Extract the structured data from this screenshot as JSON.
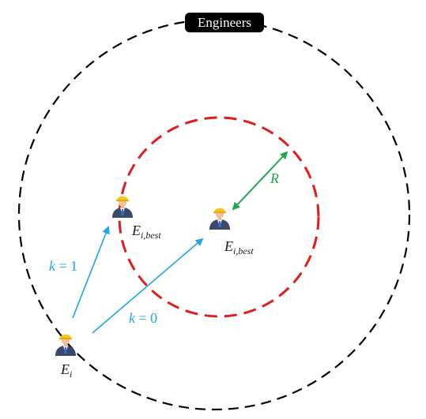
{
  "title": "Engineers",
  "labels": {
    "engineer_left_best": {
      "base": "E",
      "sub": "i,best"
    },
    "engineer_center_best": {
      "base": "E",
      "sub": "i,best"
    },
    "engineer_current": {
      "base": "E",
      "sub": "i"
    },
    "radius": "R",
    "k_one": {
      "var": "k",
      "op": "=",
      "val": "1"
    },
    "k_zero": {
      "var": "k",
      "op": "=",
      "val": "0"
    }
  },
  "colors": {
    "outer_circle": "#000000",
    "inner_circle": "#e21b1b",
    "arrows": "#1ea7e1",
    "radius_arrow": "#1fa84a",
    "helmet": "#f5c518",
    "suit": "#3a4a6b"
  },
  "icons": {
    "engineer": "engineer-icon"
  }
}
